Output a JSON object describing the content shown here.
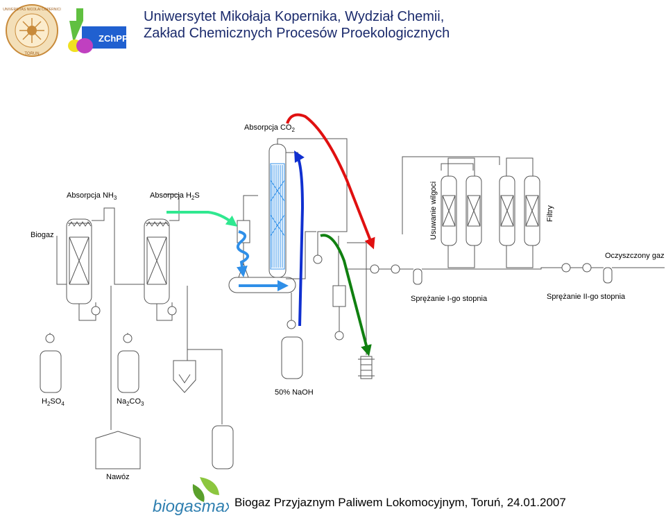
{
  "header": {
    "line1": "Uniwersytet Mikołaja Kopernika, Wydział Chemii,",
    "line2": "Zakład Chemicznych Procesów Proekologicznych"
  },
  "logos": {
    "umk": {
      "icon": "university-seal-icon",
      "text": "UNIVERSITAS NICOLAI COPERNICI",
      "sub": "TORUN"
    },
    "zchpp": {
      "icon": "zchpp-flask-icon",
      "text": "ZChPP"
    },
    "biogasmax": {
      "icon": "biogasmax-leaf-icon",
      "text": "biogasmax"
    }
  },
  "labels": {
    "biogaz": "Biogaz",
    "nh3_prefix": "Absorpcja NH",
    "nh3_sub": "3",
    "h2s_prefix": "Absorpcja H",
    "h2s_sub": "2",
    "h2s_suffix": "S",
    "co2_prefix": "Absorpcja CO",
    "co2_sub": "2",
    "wilgoc": "Usuwanie wilgoci",
    "filtry": "Filtry",
    "oczyszczony": "Oczyszczony gaz",
    "sprezanie1": "Sprężanie I-go stopnia",
    "sprezanie2": "Sprężanie II-go stopnia",
    "h2so4_a": "H",
    "h2so4_b": "2",
    "h2so4_c": "SO",
    "h2so4_d": "4",
    "na2co3_a": "Na",
    "na2co3_b": "2",
    "na2co3_c": "CO",
    "na2co3_d": "3",
    "naoh": "50% NaOH",
    "nawoz": "Nawóz"
  },
  "colors": {
    "header_text": "#1a2a6c",
    "red_arrow": "#e01010",
    "blue_arrow": "#1030d0",
    "green_arrow": "#108010",
    "mint_arrow": "#30e890",
    "light_blue": "#2f8fe8"
  },
  "footer": {
    "text": "Biogaz Przyjaznym Paliwem Lokomocyjnym, Toruń, 24.01.2007"
  }
}
